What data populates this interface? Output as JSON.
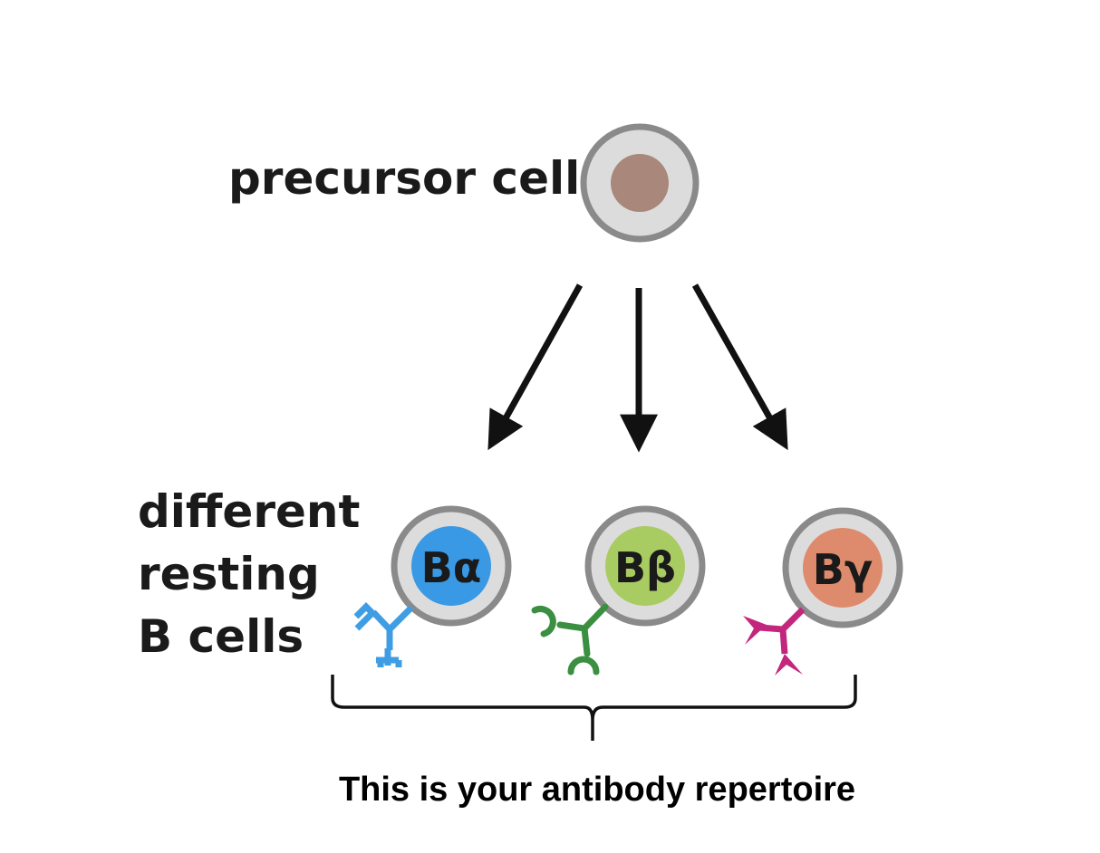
{
  "labels": {
    "precursor": "precursor cell",
    "different_line1": "different",
    "different_line2": "resting",
    "different_line3": "B cells",
    "caption": "This is your antibody repertoire"
  },
  "cells": [
    {
      "label": "Bα",
      "fill": "#3a99e4",
      "receptor_color": "#3f9ee3",
      "receptor_shape": "square-notch"
    },
    {
      "label": "Bβ",
      "fill": "#a9cc62",
      "receptor_color": "#3b8f41",
      "receptor_shape": "c-cup"
    },
    {
      "label": "Bγ",
      "fill": "#de8b6d",
      "receptor_color": "#c2267d",
      "receptor_shape": "arrowhead"
    }
  ],
  "colors": {
    "precursor_nucleus": "#a9877a",
    "cell_membrane": "#dcdcdc",
    "cell_ring": "#8a8a8a",
    "arrow": "#111111",
    "bracket": "#111111"
  }
}
